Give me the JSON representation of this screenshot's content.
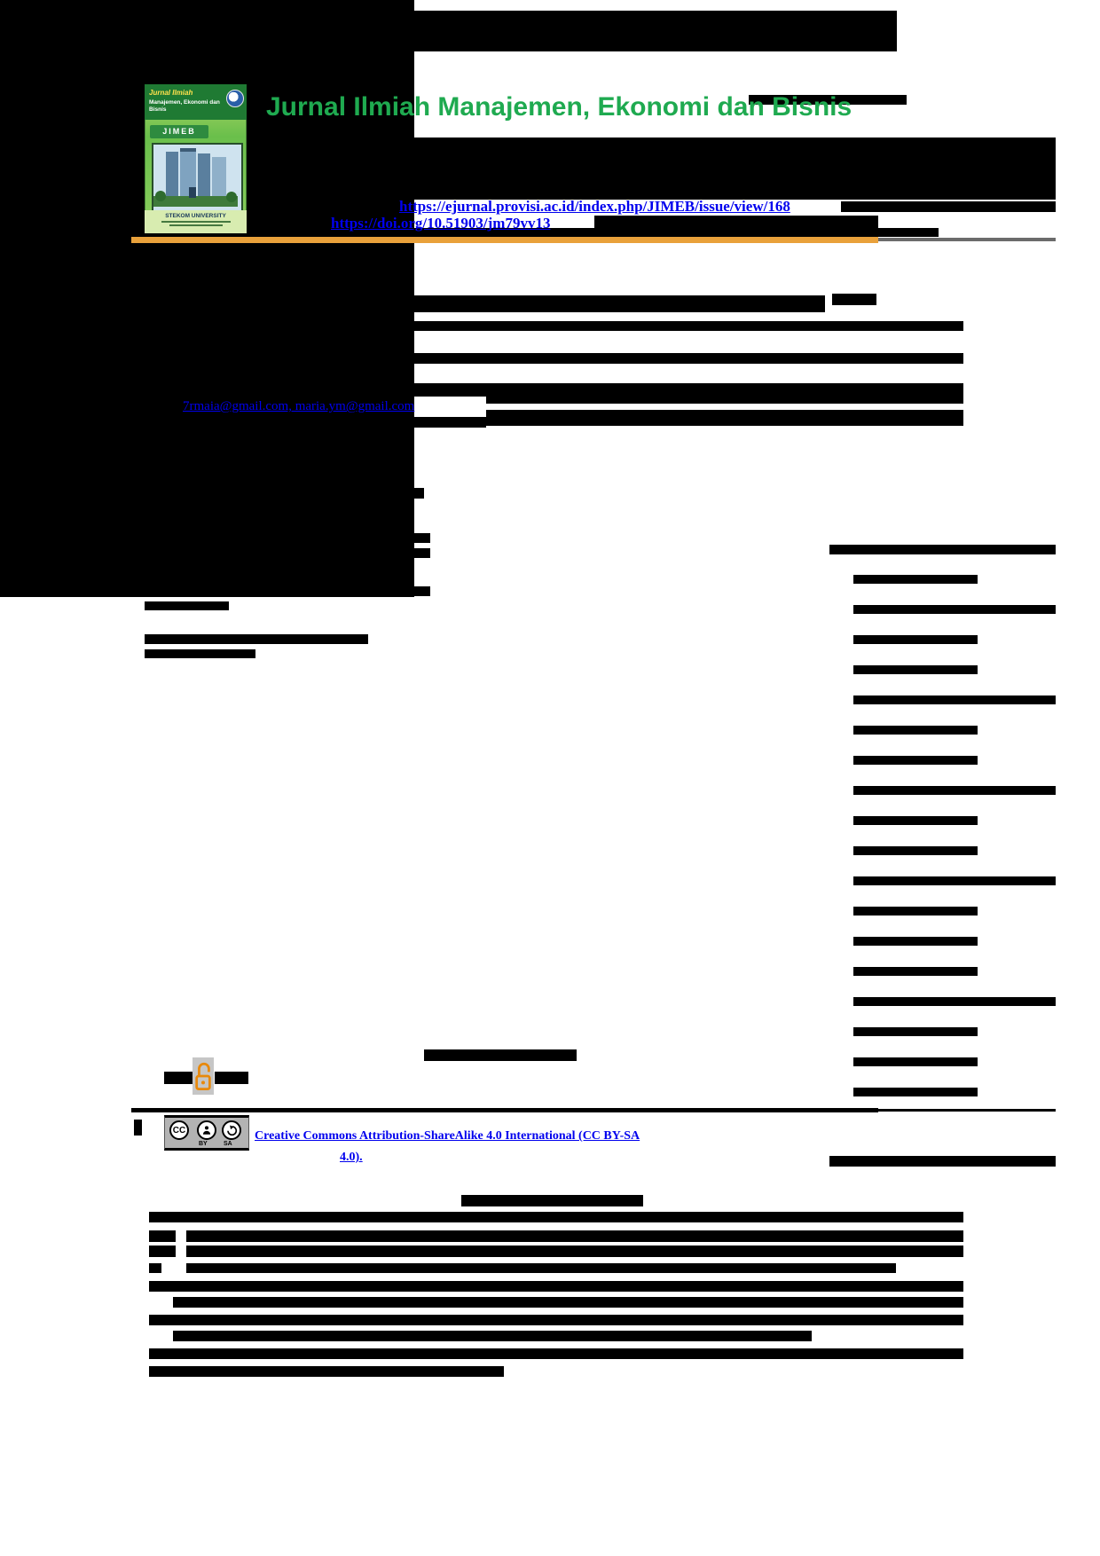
{
  "header": {
    "journal_title": "Jurnal Ilmiah Manajemen, Ekonomi dan Bisnis",
    "issue_url": "https://ejurnal.provisi.ac.id/index.php/JIMEB/issue/view/168",
    "doi_url": "https://doi.org/10.51903/jm79vv13",
    "cover": {
      "title_line1": "Jurnal Ilmiah",
      "title_line2": "Manajemen, Ekonomi dan Bisnis",
      "ribbon": "JIMEB",
      "university": "STEKOM UNIVERSITY"
    }
  },
  "article": {
    "emails": "7rmaia@gmail.com, maria.ym@gmail.com"
  },
  "license": {
    "link_line1": "Creative Commons Attribution-ShareAlike 4.0 International (CC BY-SA",
    "link_line2": "4.0).",
    "badge": {
      "cc": "CC",
      "by": "BY",
      "sa": "SA"
    }
  },
  "colors": {
    "journal_title_green": "#1faa50",
    "link_blue": "#0000ee",
    "header_rule_orange": "#e9a13b",
    "open_access_orange": "#e8890c",
    "redaction_black": "#000000",
    "cc_badge_grey": "#b3b3b3"
  },
  "redactions": {
    "black": [
      [
        245,
        12,
        766,
        46
      ],
      [
        844,
        107,
        178,
        11
      ],
      [
        421,
        155,
        769,
        38
      ],
      [
        317,
        193,
        873,
        32
      ],
      [
        350,
        227,
        95,
        12
      ],
      [
        948,
        227,
        242,
        12
      ],
      [
        160,
        243,
        212,
        16
      ],
      [
        670,
        243,
        320,
        16
      ],
      [
        148,
        257,
        910,
        10
      ],
      [
        160,
        333,
        770,
        19
      ],
      [
        938,
        331,
        50,
        13
      ],
      [
        195,
        353,
        215,
        8
      ],
      [
        407,
        362,
        679,
        11
      ],
      [
        160,
        371,
        247,
        11
      ],
      [
        183,
        392,
        40,
        13
      ],
      [
        223,
        398,
        863,
        12
      ],
      [
        174,
        432,
        912,
        15
      ],
      [
        160,
        448,
        45,
        16
      ],
      [
        548,
        445,
        538,
        10
      ],
      [
        548,
        462,
        538,
        18
      ],
      [
        160,
        470,
        388,
        12
      ],
      [
        160,
        506,
        205,
        12
      ],
      [
        163,
        550,
        315,
        12
      ],
      [
        163,
        570,
        150,
        9
      ],
      [
        163,
        601,
        322,
        11
      ],
      [
        163,
        618,
        322,
        11
      ],
      [
        163,
        635,
        170,
        10
      ],
      [
        163,
        661,
        322,
        11
      ],
      [
        163,
        678,
        95,
        10
      ],
      [
        163,
        715,
        252,
        11
      ],
      [
        163,
        732,
        125,
        10
      ],
      [
        478,
        1183,
        172,
        13
      ],
      [
        935,
        614,
        255,
        11
      ],
      [
        962,
        648,
        140,
        10
      ],
      [
        962,
        682,
        228,
        10
      ],
      [
        962,
        716,
        140,
        10
      ],
      [
        962,
        750,
        140,
        10
      ],
      [
        962,
        784,
        228,
        10
      ],
      [
        962,
        818,
        140,
        10
      ],
      [
        962,
        852,
        140,
        10
      ],
      [
        962,
        886,
        228,
        10
      ],
      [
        962,
        920,
        140,
        10
      ],
      [
        962,
        954,
        140,
        10
      ],
      [
        962,
        988,
        228,
        10
      ],
      [
        962,
        1022,
        140,
        10
      ],
      [
        962,
        1056,
        140,
        10
      ],
      [
        962,
        1090,
        140,
        10
      ],
      [
        962,
        1124,
        228,
        10
      ],
      [
        962,
        1158,
        140,
        10
      ],
      [
        962,
        1192,
        140,
        10
      ],
      [
        962,
        1226,
        140,
        10
      ],
      [
        185,
        1208,
        32,
        14
      ],
      [
        242,
        1208,
        38,
        14
      ],
      [
        148,
        1249,
        842,
        5
      ],
      [
        990,
        1250,
        200,
        3
      ],
      [
        151,
        1262,
        9,
        18
      ],
      [
        935,
        1303,
        255,
        12
      ],
      [
        520,
        1347,
        205,
        13
      ],
      [
        168,
        1366,
        918,
        12
      ],
      [
        168,
        1387,
        30,
        13
      ],
      [
        210,
        1387,
        876,
        13
      ],
      [
        168,
        1404,
        30,
        13
      ],
      [
        210,
        1404,
        876,
        13
      ],
      [
        168,
        1424,
        14,
        11
      ],
      [
        210,
        1424,
        800,
        11
      ],
      [
        168,
        1444,
        918,
        12
      ],
      [
        195,
        1462,
        891,
        12
      ],
      [
        168,
        1482,
        918,
        12
      ],
      [
        195,
        1500,
        720,
        12
      ],
      [
        168,
        1520,
        918,
        12
      ],
      [
        168,
        1540,
        400,
        12
      ]
    ],
    "white_notches": [
      [
        478,
        700,
        70,
        11
      ],
      [
        478,
        790,
        65,
        11
      ],
      [
        478,
        880,
        72,
        11
      ],
      [
        478,
        970,
        60,
        11
      ],
      [
        478,
        1063,
        80,
        12
      ],
      [
        478,
        1093,
        70,
        12
      ],
      [
        478,
        1121,
        58,
        12
      ],
      [
        478,
        1149,
        73,
        12
      ]
    ]
  }
}
